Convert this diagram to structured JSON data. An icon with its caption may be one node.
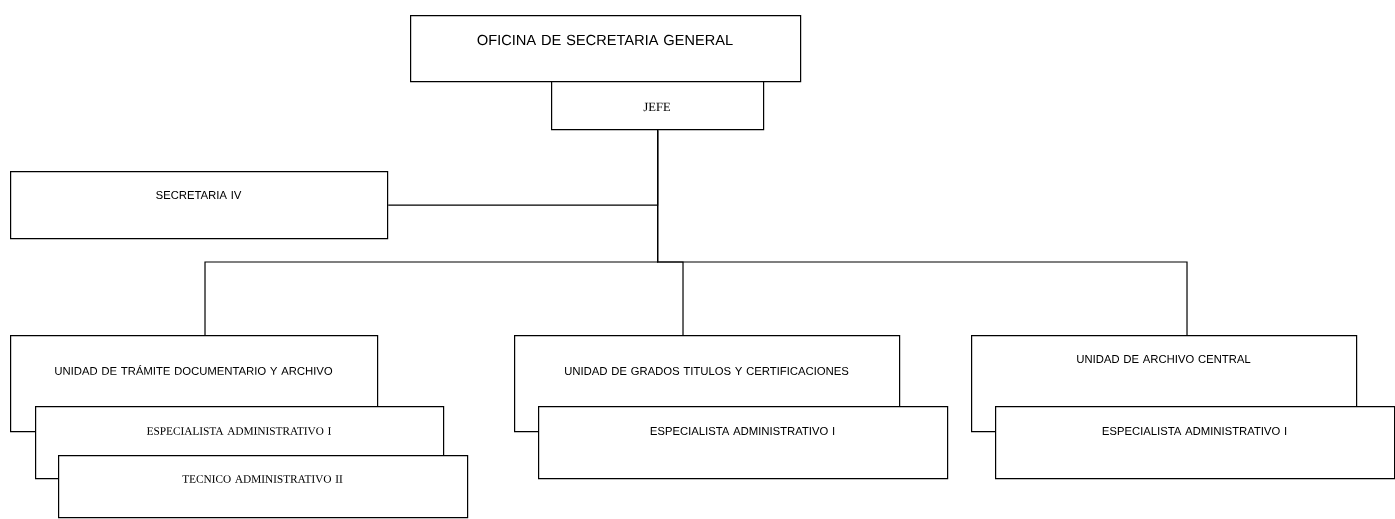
{
  "diagram": {
    "nodes": [
      {
        "text": [
          "OFICINA DE SECRETARIA GENERAL"
        ]
      },
      {
        "text": [
          "JEFE"
        ]
      },
      {
        "text": [
          "SECRETARIA IV"
        ]
      },
      {
        "text": [
          "UNIDAD DE TRÁMITE DOCUMENTARIO Y ARCHIVO"
        ]
      },
      {
        "text": [
          "ESPECIALISTA ADMINISTRATIVO I"
        ]
      },
      {
        "text": [
          "TECNICO ADMINISTRATIVO II"
        ]
      },
      {
        "text": [
          "UNIDAD DE GRADOS TITULOS Y CERTIFICACIONES"
        ]
      },
      {
        "text": [
          "ESPECIALISTA ADMINISTRATIVO I"
        ]
      },
      {
        "text": [
          "UNIDAD DE ARCHIVO CENTRAL"
        ]
      },
      {
        "text": [
          "ESPECIALISTA ADMINISTRATIVO I"
        ]
      }
    ],
    "edges": [
      {
        "from": 1,
        "to": 2,
        "arrow": "none"
      },
      {
        "from": 1,
        "to": 3,
        "arrow": "none"
      },
      {
        "from": 1,
        "to": 6,
        "arrow": "none"
      },
      {
        "from": 1,
        "to": 8,
        "arrow": "none"
      }
    ]
  }
}
